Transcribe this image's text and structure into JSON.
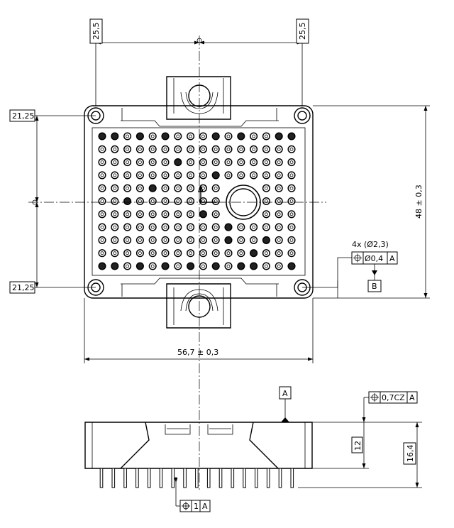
{
  "top_view": {
    "dim_pitch_left": "25,5",
    "dim_pitch_right": "25,5",
    "dim_offset_top": "21,25",
    "dim_offset_bottom": "21,25",
    "dim_height": "48 ± 0,3",
    "dim_width": "56,7 ± 0,3",
    "hole_spec": "4x (Ø2,3)",
    "position_tolerance": "Ø0,4",
    "datum_ref_a": "A",
    "datum_b": "B"
  },
  "side_view": {
    "datum_a": "A",
    "flatness_value": "0,7CZ",
    "flatness_datum": "A",
    "dim_body_height": "12",
    "dim_total_height": "16,4",
    "pin_position_value": "1",
    "pin_position_datum": "A"
  },
  "symbols": {
    "position_icon": "⌖ position symbol"
  }
}
